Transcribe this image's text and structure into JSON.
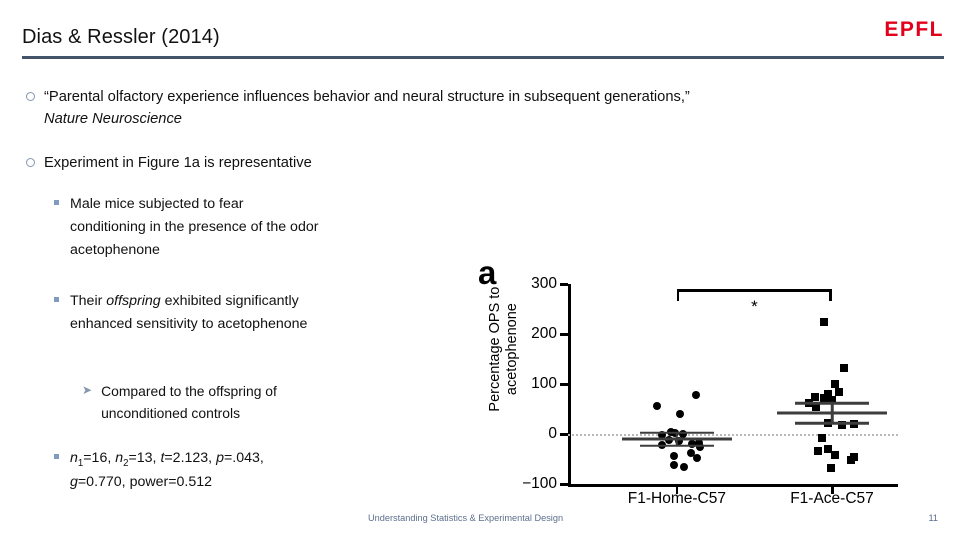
{
  "header": {
    "title": "Dias & Ressler (2014)",
    "brand": "EPFL",
    "rule_color": "#44546a",
    "brand_color": "#e2001a"
  },
  "bullets": {
    "b1_quote_part1": "“Parental olfactory experience influences behavior and neural structure in subsequent generations,”",
    "b1_journal": "Nature Neuroscience",
    "b2": "Experiment in Figure 1a is representative",
    "s1": "Male mice subjected to fear conditioning in the presence of the odor acetophenone",
    "s2_pre": "Their ",
    "s2_ital": "offspring",
    "s2_post": " exhibited significantly enhanced sensitivity to acetophenone",
    "s3": "Compared to the offspring of unconditioned controls",
    "stats": {
      "n1_sym": "n",
      "n1_sub": "1",
      "n1_val": "=16, ",
      "n2_sym": "n",
      "n2_sub": "2",
      "n2_val": "=13, ",
      "t_sym": "t",
      "t_val": "=2.123, ",
      "p_sym": "p",
      "p_val": "=.043,",
      "g_sym": "g",
      "g_val": "=0.770, ",
      "power_sym": "power",
      "power_val": "=0.512"
    },
    "glyphs": {
      "level1": "hollow-circle",
      "level2": "filled-square",
      "level3": "➤",
      "level1_color": "#8496b0",
      "level2_color": "#7f9cc0",
      "level3_color": "#8496b0"
    }
  },
  "figure": {
    "panel_letter": "a"
  },
  "chart_data": {
    "type": "scatter",
    "title": "",
    "panel_label": "a",
    "ylabel": "Percentage OPS to\nacetophenone",
    "xlabel": "",
    "ylim": [
      -100,
      300
    ],
    "yticks": [
      -100,
      0,
      100,
      200,
      300
    ],
    "ytick_labels": [
      "−100",
      "0",
      "100",
      "200",
      "300"
    ],
    "grid": false,
    "legend": "none",
    "zero_reference_line": 0,
    "annotations": [
      {
        "text": "*",
        "type": "significance-bracket",
        "between": [
          "F1-Home-C57",
          "F1-Ace-C57"
        ],
        "y": 290
      }
    ],
    "categories": [
      "F1-Home-C57",
      "F1-Ace-C57"
    ],
    "series": [
      {
        "name": "F1-Home-C57",
        "marker": "circle",
        "n": 16,
        "mean": -10,
        "sem_upper": 3,
        "sem_lower": -23,
        "values": [
          78,
          57,
          40,
          5,
          3,
          0,
          -2,
          -12,
          -14,
          -18,
          -20,
          -22,
          -26,
          -38,
          -44,
          -48,
          -62,
          -65
        ]
      },
      {
        "name": "F1-Ace-C57",
        "marker": "square",
        "n": 13,
        "mean": 42,
        "sem_upper": 62,
        "sem_lower": 22,
        "values": [
          225,
          132,
          100,
          85,
          80,
          75,
          72,
          68,
          62,
          55,
          22,
          20,
          18,
          -8,
          -30,
          -34,
          -42,
          -46,
          -52,
          -68
        ]
      }
    ]
  },
  "footer": {
    "text": "Understanding Statistics & Experimental Design",
    "page_number": "11"
  }
}
